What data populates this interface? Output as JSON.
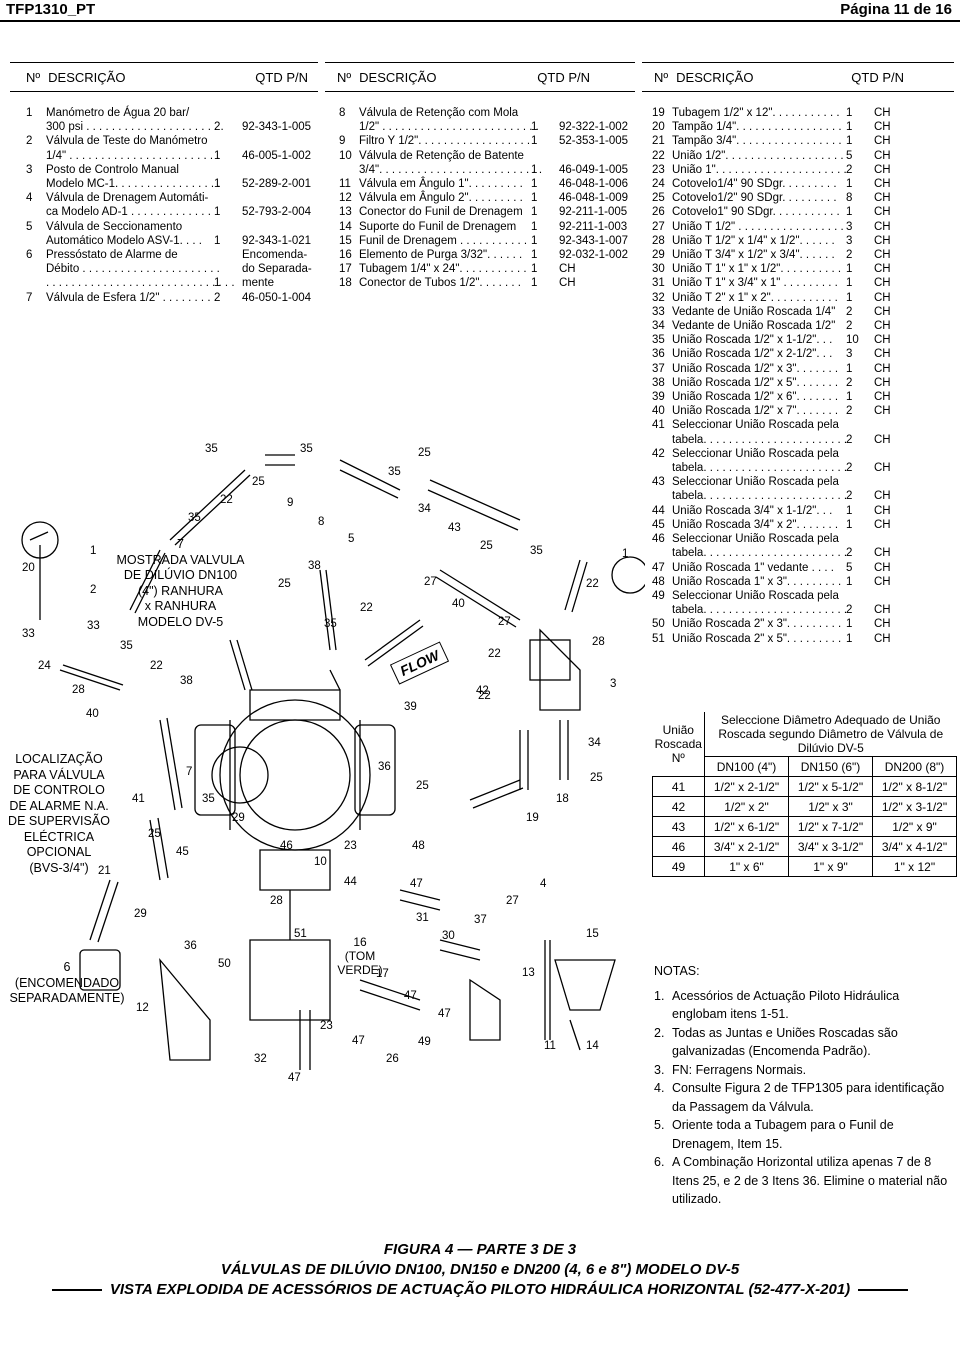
{
  "header": {
    "doc_id": "TFP1310_PT",
    "page": "Página 11 de 16"
  },
  "columns": [
    {
      "no": "Nº",
      "desc": "DESCRIÇÃO",
      "qty": "QTD P/N"
    },
    {
      "no": "Nº",
      "desc": "DESCRIÇÃO",
      "qty": "QTD P/N"
    },
    {
      "no": "Nº",
      "desc": "DESCRIÇÃO",
      "qty": "QTD P/N"
    }
  ],
  "parts_col1": [
    {
      "num": "1",
      "desc": "Manómetro de Água 20 bar/",
      "qty": "",
      "pn": ""
    },
    {
      "num": "",
      "desc": "300 psi . . . . . . . . . . . . . . . . . . . . . .",
      "qty": "2",
      "pn": "92-343-1-005"
    },
    {
      "num": "2",
      "desc": "Válvula de Teste do Manómetro",
      "qty": "",
      "pn": ""
    },
    {
      "num": "",
      "desc": "1/4\" . . . . . . . . . . . . . . . . . . . . . . . .",
      "qty": "1",
      "pn": "46-005-1-002"
    },
    {
      "num": "3",
      "desc": "Posto de Controlo Manual",
      "qty": "",
      "pn": ""
    },
    {
      "num": "",
      "desc": "Modelo MC-1. . . . . . . . . . . . . . . . .",
      "qty": "1",
      "pn": "52-289-2-001"
    },
    {
      "num": "4",
      "desc": "Válvula de Drenagem Automáti-",
      "qty": "",
      "pn": ""
    },
    {
      "num": "",
      "desc": "ca Modelo AD-1 . . . . . . . . . . . . .",
      "qty": "1",
      "pn": "52-793-2-004"
    },
    {
      "num": "5",
      "desc": "Válvula de Seccionamento",
      "qty": "",
      "pn": ""
    },
    {
      "num": "",
      "desc": "Automático Modelo ASV-1. . . .",
      "qty": "1",
      "pn": "92-343-1-021"
    },
    {
      "num": "6",
      "desc": "Pressóstato de Alarme de",
      "qty": "",
      "pn": "Encomenda-"
    },
    {
      "num": "",
      "desc": "Débito . . . . . . . . . . . . . . . . . . . . . .",
      "qty": "",
      "pn": "do Separada-"
    },
    {
      "num": "",
      "desc": ". . . . . . . . . . . . . . . . . . . . . . . . . . . . . .",
      "qty": "1",
      "pn": "mente"
    },
    {
      "num": "7",
      "desc": "Válvula de Esfera 1/2\" . . . . . . . . .",
      "qty": "2",
      "pn": "46-050-1-004"
    }
  ],
  "parts_col2": [
    {
      "num": "8",
      "desc": "Válvula de Retenção com Mola",
      "qty": "",
      "pn": ""
    },
    {
      "num": "",
      "desc": "1/2\" . . . . . . . . . . . . . . . . . . . . . . . . .",
      "qty": "1",
      "pn": "92-322-1-002"
    },
    {
      "num": "9",
      "desc": "Filtro Y 1/2\". . . . . . . . . . . . . . . . . .",
      "qty": "1",
      "pn": "52-353-1-005"
    },
    {
      "num": "10",
      "desc": "Válvula de Retenção de Batente",
      "qty": "",
      "pn": ""
    },
    {
      "num": "",
      "desc": "3/4\". . . . . . . . . . . . . . . . . . . . . . . . . .",
      "qty": "1",
      "pn": "46-049-1-005"
    },
    {
      "num": "11",
      "desc": "Válvula em Ângulo 1\". . . . . . . . .",
      "qty": "1",
      "pn": "46-048-1-006"
    },
    {
      "num": "12",
      "desc": "Válvula em Ângulo 2\". . . . . . . . .",
      "qty": "1",
      "pn": "46-048-1-009"
    },
    {
      "num": "13",
      "desc": "Conector do Funil de Drenagem",
      "qty": "1",
      "pn": "92-211-1-005"
    },
    {
      "num": "14",
      "desc": "Suporte do Funil de Drenagem",
      "qty": "1",
      "pn": "92-211-1-003"
    },
    {
      "num": "15",
      "desc": "Funil de Drenagem . . . . . . . . . . .",
      "qty": "1",
      "pn": "92-343-1-007"
    },
    {
      "num": "16",
      "desc": "Elemento de Purga 3/32\". . . . . .",
      "qty": "1",
      "pn": "92-032-1-002"
    },
    {
      "num": "17",
      "desc": "Tubagem 1/4\" x 24\". . . . . . . . . . .",
      "qty": "1",
      "pn": "CH"
    },
    {
      "num": "18",
      "desc": "Conector de Tubos 1/2\". . . . . . .",
      "qty": "1",
      "pn": "CH"
    }
  ],
  "parts_col3": [
    {
      "num": "19",
      "desc": "Tubagem 1/2\" x 12\". . . . . . . . . . .",
      "qty": "1",
      "pn": "CH"
    },
    {
      "num": "20",
      "desc": "Tampão 1/4\". . . . . . . . . . . . . . . . .",
      "qty": "1",
      "pn": "CH"
    },
    {
      "num": "21",
      "desc": "Tampão 3/4\". . . . . . . . . . . . . . . . .",
      "qty": "1",
      "pn": "CH"
    },
    {
      "num": "22",
      "desc": "União 1/2\". . . . . . . . . . . . . . . . . . .",
      "qty": "5",
      "pn": "CH"
    },
    {
      "num": "23",
      "desc": "União 1\". . . . . . . . . . . . . . . . . . . . .",
      "qty": "2",
      "pn": "CH"
    },
    {
      "num": "24",
      "desc": "Cotovelo1/4\" 90 SDgr. . . . . . . . .",
      "qty": "1",
      "pn": "CH"
    },
    {
      "num": "25",
      "desc": "Cotovelo1/2\" 90 SDgr. . . . . . . . .",
      "qty": "8",
      "pn": "CH"
    },
    {
      "num": "26",
      "desc": "Cotovelo1\" 90 SDgr. . . . . . . . . . .",
      "qty": "1",
      "pn": "CH"
    },
    {
      "num": "27",
      "desc": "União T 1/2\" . . . . . . . . . . . . . . . . .",
      "qty": "3",
      "pn": "CH"
    },
    {
      "num": "28",
      "desc": "União T 1/2\" x 1/4\" x 1/2\". . . . . .",
      "qty": "3",
      "pn": "CH"
    },
    {
      "num": "29",
      "desc": "União T 3/4\" x 1/2\" x 3/4\". . . . . .",
      "qty": "2",
      "pn": "CH"
    },
    {
      "num": "30",
      "desc": "União T 1\" x 1\" x 1/2\". . . . . . . . . .",
      "qty": "1",
      "pn": "CH"
    },
    {
      "num": "31",
      "desc": "União T 1\" x 3/4\" x 1\" . . . . . . . . .",
      "qty": "1",
      "pn": "CH"
    },
    {
      "num": "32",
      "desc": "União T 2\" x 1\" x 2\". . . . . . . . . . .",
      "qty": "1",
      "pn": "CH"
    },
    {
      "num": "33",
      "desc": "Vedante de União Roscada 1/4\"",
      "qty": "2",
      "pn": "CH"
    },
    {
      "num": "34",
      "desc": "Vedante de União Roscada 1/2\"",
      "qty": "2",
      "pn": "CH"
    },
    {
      "num": "35",
      "desc": "União Roscada 1/2\" x 1-1/2\". . .",
      "qty": "10",
      "pn": "CH"
    },
    {
      "num": "36",
      "desc": "União Roscada 1/2\" x 2-1/2\". . .",
      "qty": "3",
      "pn": "CH"
    },
    {
      "num": "37",
      "desc": "União Roscada 1/2\" x 3\". . . . . . .",
      "qty": "1",
      "pn": "CH"
    },
    {
      "num": "38",
      "desc": "União Roscada 1/2\" x 5\". . . . . . .",
      "qty": "2",
      "pn": "CH"
    },
    {
      "num": "39",
      "desc": "União Roscada 1/2\" x 6\". . . . . . .",
      "qty": "1",
      "pn": "CH"
    },
    {
      "num": "40",
      "desc": "União Roscada 1/2\" x 7\". . . . . . .",
      "qty": "2",
      "pn": "CH"
    },
    {
      "num": "41",
      "desc": "Seleccionar União Roscada pela",
      "qty": "",
      "pn": ""
    },
    {
      "num": "",
      "desc": "tabela. . . . . . . . . . . . . . . . . . . . . . .",
      "qty": "2",
      "pn": "CH"
    },
    {
      "num": "42",
      "desc": "Seleccionar União Roscada pela",
      "qty": "",
      "pn": ""
    },
    {
      "num": "",
      "desc": "tabela. . . . . . . . . . . . . . . . . . . . . . .",
      "qty": "2",
      "pn": "CH"
    },
    {
      "num": "43",
      "desc": "Seleccionar União Roscada pela",
      "qty": "",
      "pn": ""
    },
    {
      "num": "",
      "desc": "tabela. . . . . . . . . . . . . . . . . . . . . . .",
      "qty": "2",
      "pn": "CH"
    },
    {
      "num": "44",
      "desc": "União Roscada 3/4\" x 1-1/2\". . .",
      "qty": "1",
      "pn": "CH"
    },
    {
      "num": "45",
      "desc": "União Roscada 3/4\" x 2\". . . . . . .",
      "qty": "1",
      "pn": "CH"
    },
    {
      "num": "46",
      "desc": "Seleccionar União Roscada pela",
      "qty": "",
      "pn": ""
    },
    {
      "num": "",
      "desc": "tabela. . . . . . . . . . . . . . . . . . . . . . .",
      "qty": "2",
      "pn": "CH"
    },
    {
      "num": "47",
      "desc": "União Roscada 1\" vedante . . . .",
      "qty": "5",
      "pn": "CH"
    },
    {
      "num": "48",
      "desc": "União Roscada 1\" x 3\". . . . . . . . .",
      "qty": "1",
      "pn": "CH"
    },
    {
      "num": "49",
      "desc": "Seleccionar União Roscada pela",
      "qty": "",
      "pn": ""
    },
    {
      "num": "",
      "desc": "tabela. . . . . . . . . . . . . . . . . . . . . . .",
      "qty": "2",
      "pn": "CH"
    },
    {
      "num": "50",
      "desc": "União Roscada 2\" x 3\". . . . . . . . .",
      "qty": "1",
      "pn": "CH"
    },
    {
      "num": "51",
      "desc": "União Roscada 2\" x 5\". . . . . . . . .",
      "qty": "1",
      "pn": "CH"
    }
  ],
  "diagram": {
    "model_note": [
      "7",
      "MOSTRADA VALVULA",
      "DE DILÚVIO DN100",
      "(4\") RANHURA",
      "x RANHURA",
      "MODELO DV-5"
    ],
    "location_note": [
      "LOCALIZAÇÃO",
      "PARA VÁLVULA",
      "DE CONTROLO",
      "DE ALARME N.A.",
      "DE SUPERVISÃO",
      "ELÉCTRICA",
      "OPCIONAL",
      "(BVS-3/4\")"
    ],
    "order_note": [
      "6",
      "(ENCOMENDADO",
      "SEPARADAMENTE)"
    ],
    "flow_label": "FLOW",
    "green_note": [
      "16",
      "(TOM",
      "VERDE)"
    ],
    "callouts": [
      "20",
      "33",
      "24",
      "28",
      "40",
      "1",
      "2",
      "33",
      "35",
      "22",
      "38",
      "35",
      "25",
      "22",
      "35",
      "35",
      "9",
      "8",
      "38",
      "5",
      "25",
      "35",
      "22",
      "35",
      "25",
      "34",
      "43",
      "25",
      "35",
      "27",
      "40",
      "27",
      "22",
      "1",
      "22",
      "28",
      "3",
      "42",
      "22",
      "39",
      "36",
      "25",
      "34",
      "25",
      "18",
      "19",
      "7",
      "35",
      "41",
      "25",
      "45",
      "29",
      "46",
      "10",
      "23",
      "48",
      "44",
      "47",
      "4",
      "27",
      "37",
      "31",
      "30",
      "28",
      "21",
      "29",
      "36",
      "50",
      "51",
      "17",
      "47",
      "47",
      "49",
      "13",
      "15",
      "11",
      "14",
      "32",
      "47",
      "23",
      "47",
      "26",
      "12"
    ]
  },
  "union_table": {
    "head_left": "União Roscada Nº",
    "head_title": "Seleccione Diâmetro Adequado de União Roscada segundo Diâmetro de Válvula de Dilúvio DV-5",
    "sizes": [
      "DN100 (4\")",
      "DN150 (6\")",
      "DN200 (8\")"
    ],
    "rows": [
      {
        "n": "41",
        "a": "1/2\" x 2-1/2\"",
        "b": "1/2\" x 5-1/2\"",
        "c": "1/2\" x 8-1/2\""
      },
      {
        "n": "42",
        "a": "1/2\" x 2\"",
        "b": "1/2\" x 3\"",
        "c": "1/2\" x 3-1/2\""
      },
      {
        "n": "43",
        "a": "1/2\" x 6-1/2\"",
        "b": "1/2\" x 7-1/2\"",
        "c": "1/2\" x 9\""
      },
      {
        "n": "46",
        "a": "3/4\" x 2-1/2\"",
        "b": "3/4\" x 3-1/2\"",
        "c": "3/4\" x 4-1/2\""
      },
      {
        "n": "49",
        "a": "1\" x 6\"",
        "b": "1\" x 9\"",
        "c": "1\" x 12\""
      }
    ]
  },
  "notes": {
    "title": "NOTAS:",
    "items": [
      {
        "n": "1.",
        "t": "Acessórios de Actuação Piloto Hidráulica englobam itens 1-51."
      },
      {
        "n": "2.",
        "t": "Todas as Juntas e Uniões Roscadas são galvanizadas (Encomenda Padrão)."
      },
      {
        "n": "3.",
        "t": "FN: Ferragens Normais."
      },
      {
        "n": "4.",
        "t": "Consulte Figura 2 de TFP1305 para identificação da Passagem da Válvula."
      },
      {
        "n": "5.",
        "t": "Oriente toda a Tubagem para o Funil de Drenagem, Item 15."
      },
      {
        "n": "6.",
        "t": "A Combinação Horizontal utiliza apenas 7 de 8 Itens 25, e 2 de 3 Itens 36. Elimine o material não utilizado."
      }
    ]
  },
  "caption": {
    "line1": "FIGURA 4 — PARTE 3 DE 3",
    "line2": "VÁLVULAS DE DILÚVIO DN100, DN150 e DN200 (4, 6 e 8\") MODELO DV-5",
    "line3": "VISTA EXPLODIDA DE ACESSÓRIOS DE ACTUAÇÃO PILOTO HIDRÁULICA HORIZONTAL (52-477-X-201)"
  }
}
